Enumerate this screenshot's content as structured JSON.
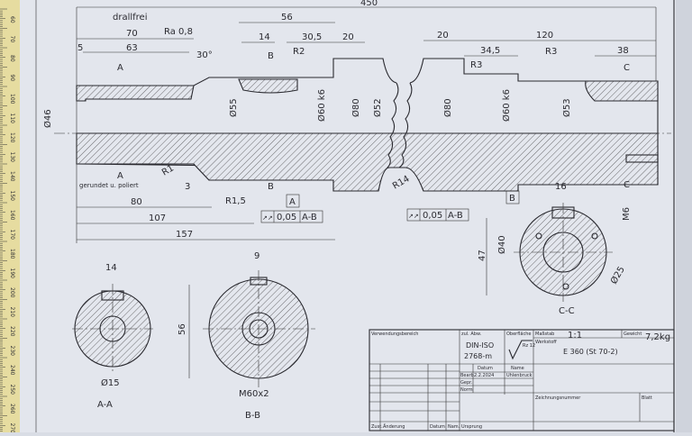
{
  "drawing": {
    "notes": {
      "drallfrei": "drallfrei",
      "roughness": "Ra 0,8",
      "polished": "gerundet u. poliert"
    },
    "top_dims": [
      "450",
      "56",
      "70",
      "63",
      "5",
      "14",
      "30,5",
      "20",
      "20",
      "34,5",
      "120",
      "38"
    ],
    "radii": [
      "R2",
      "R3",
      "R3",
      "R1",
      "R1,5",
      "R14"
    ],
    "angle": "30°",
    "chamfer": "3",
    "diameters": [
      "Ø46",
      "Ø55",
      "Ø60 k6",
      "Ø80",
      "Ø52",
      "Ø80",
      "Ø60 k6",
      "Ø53"
    ],
    "bottom_dims": [
      "80",
      "107",
      "157"
    ],
    "section_marks": {
      "A": "A",
      "B": "B",
      "C": "C"
    },
    "datums": [
      "A",
      "B"
    ],
    "tolerance_frames": [
      {
        "symbol": "↗↗",
        "value": "0,05",
        "ref": "A-B"
      },
      {
        "symbol": "↗↗",
        "value": "0,05",
        "ref": "A-B"
      }
    ],
    "section_aa": {
      "label": "A-A",
      "width": "14",
      "dia": "Ø15"
    },
    "section_bb": {
      "label": "B-B",
      "width": "9",
      "height": "56",
      "thread": "M60x2"
    },
    "section_cc": {
      "label": "C-C",
      "width": "16",
      "thread": "M6",
      "height": "47",
      "dia": "Ø40",
      "dia2": "Ø25"
    }
  },
  "title_block": {
    "usage": "Verwendungsbereich",
    "tolerance_label": "zul. Abw.",
    "tolerance": [
      "DIN-ISO",
      "2768-m"
    ],
    "surface_label": "Oberfläche",
    "surface": "Rz 12",
    "scale_label": "Maßstab",
    "scale": "1:1",
    "weight_label": "Gewicht",
    "weight": "7,2kg",
    "material_label": "Werkstoff",
    "material": "E 360 (St 70-2)",
    "date_label": "Datum",
    "name_label": "Name",
    "rows": [
      "Bearb.",
      "Gepr.",
      "Norm"
    ],
    "date": "2.2.2024",
    "name": "Uhlenbruck",
    "drawing_no_label": "Zeichnungsnummer",
    "sheet_label": "Blatt",
    "footer": [
      "Zust.",
      "Änderung",
      "Datum",
      "Nam.",
      "Ursprung"
    ]
  },
  "ruler": {
    "ticks": [
      "60",
      "70",
      "80",
      "90",
      "100",
      "110",
      "120",
      "130",
      "140",
      "150",
      "160",
      "170",
      "180",
      "190",
      "200",
      "210",
      "220",
      "230",
      "240",
      "250",
      "260",
      "270"
    ]
  }
}
